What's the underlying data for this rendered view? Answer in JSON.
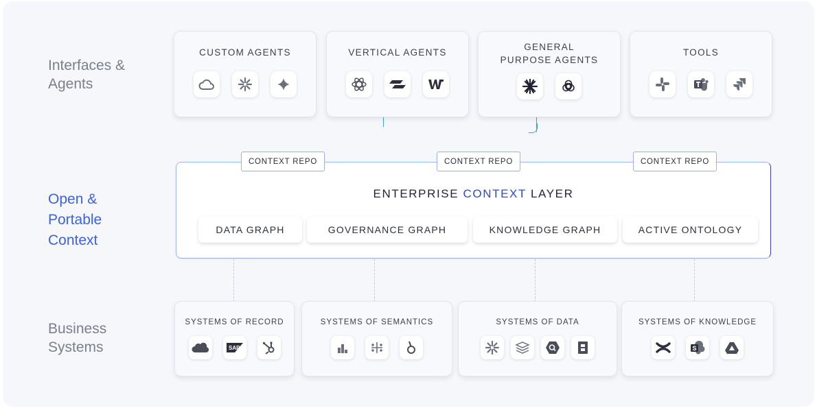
{
  "rows": {
    "top_label": "Interfaces & Agents",
    "middle_label_lines": [
      "Open &",
      "Portable",
      "Context"
    ],
    "bottom_label": "Business Systems"
  },
  "top_cards": [
    {
      "title": "CUSTOM AGENTS",
      "icons": [
        "cloud-icon",
        "snowflake-icon",
        "sparkle-icon"
      ]
    },
    {
      "title": "VERTICAL AGENTS",
      "icons": [
        "atom-icon",
        "stacked-logo-icon",
        "w-logo-icon"
      ]
    },
    {
      "title_lines": [
        "GENERAL",
        "PURPOSE AGENTS"
      ],
      "icons": [
        "starburst-icon",
        "openai-icon"
      ]
    },
    {
      "title": "TOOLS",
      "icons": [
        "slack-icon",
        "teams-icon",
        "jira-icon"
      ]
    }
  ],
  "context_repos": [
    "CONTEXT REPO",
    "CONTEXT REPO",
    "CONTEXT REPO"
  ],
  "layer": {
    "title_part1": "ENTERPRISE ",
    "title_highlight": "CONTEXT",
    "title_part2": " LAYER",
    "pills": [
      "DATA GRAPH",
      "GOVERNANCE GRAPH",
      "KNOWLEDGE GRAPH",
      "ACTIVE ONTOLOGY"
    ]
  },
  "bottom_cards": [
    {
      "title": "SYSTEMS OF RECORD",
      "icons": [
        "salesforce-icon",
        "sap-icon",
        "hubspot-icon"
      ]
    },
    {
      "title": "SYSTEMS OF SEMANTICS",
      "icons": [
        "bar-chart-icon",
        "tableau-icon",
        "looker-icon"
      ]
    },
    {
      "title": "SYSTEMS OF DATA",
      "icons": [
        "snowflake-icon",
        "layers-icon",
        "bigquery-icon",
        "databricks-icon"
      ]
    },
    {
      "title": "SYSTEMS OF KNOWLEDGE",
      "icons": [
        "confluence-icon",
        "sharepoint-icon",
        "google-drive-icon"
      ]
    }
  ],
  "colors": {
    "accent": "#3b63e0",
    "connector": "#3aa9c8",
    "layer_border": "#3d3fa8",
    "label_gray": "#7b7f8c"
  }
}
